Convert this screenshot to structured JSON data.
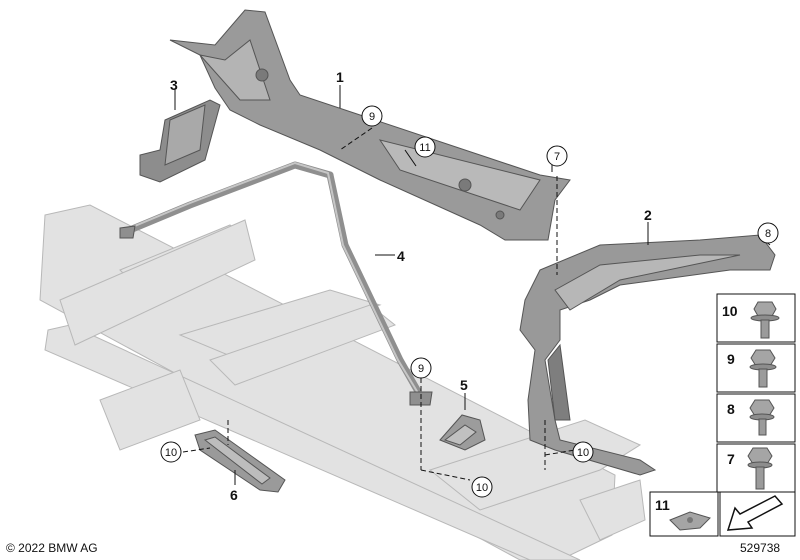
{
  "callouts": {
    "part_1": "1",
    "part_2": "2",
    "part_3": "3",
    "part_4": "4",
    "part_5": "5",
    "part_6": "6"
  },
  "circled": {
    "c7": "7",
    "c8": "8",
    "c9_top": "9",
    "c9_low": "9",
    "c10_left": "10",
    "c10_mid": "10",
    "c10_right": "10",
    "c11": "11"
  },
  "legend": {
    "items": [
      "10",
      "9",
      "8",
      "7"
    ],
    "bottom_left": "11"
  },
  "footer": {
    "copyright": "© 2022 BMW AG",
    "diagram_number": "529738"
  }
}
